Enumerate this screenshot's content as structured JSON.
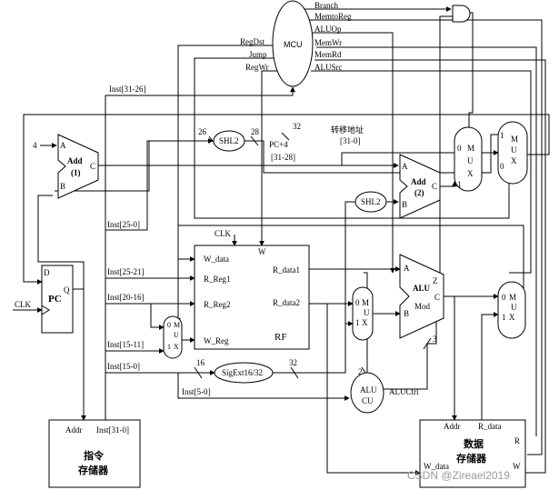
{
  "mcu": {
    "label": "MCU"
  },
  "control_signals": {
    "branch": "Branch",
    "memtoreg": "MemtoReg",
    "aluop": "ALUOp",
    "regdst": "RegDst",
    "jump": "Jump",
    "regwr": "RegWr",
    "memwr": "MemWr",
    "memrd": "MemRd",
    "alusrc": "ALUSrc"
  },
  "buses": {
    "inst_31_26": "Inst[31-26]",
    "inst_25_0": "Inst[25-0]",
    "inst_25_21": "Inst[25-21]",
    "inst_20_16": "Inst[20-16]",
    "inst_15_11": "Inst[15-11]",
    "inst_15_0": "Inst[15-0]",
    "inst_5_0": "Inst[5-0]",
    "inst_31_0": "Inst[31-0]",
    "pc4_label": "PC+4",
    "pc4_range": "[31-28]",
    "jump_addr": "转移地址",
    "jump_range": "[31-0]",
    "w26": "26",
    "w28": "28",
    "w32a": "32",
    "w16": "16",
    "w32b": "32",
    "w3": "3",
    "w2": "2",
    "const4": "4",
    "clk1": "CLK",
    "clk2": "CLK"
  },
  "add1": {
    "a": "A",
    "b": "B",
    "c": "C",
    "name": "Add",
    "num": "(1)"
  },
  "add2": {
    "a": "A",
    "b": "B",
    "c": "C",
    "name": "Add",
    "num": "(2)"
  },
  "shl2a": "SHL2",
  "shl2b": "SHL2",
  "pc": {
    "name": "PC",
    "d": "D",
    "q": "Q"
  },
  "rf": {
    "w_data": "W_data",
    "w": "W",
    "r_reg1": "R_Reg1",
    "r_reg2": "R_Reg2",
    "w_reg": "W_Reg",
    "r_data1": "R_data1",
    "r_data2": "R_data2",
    "name": "RF"
  },
  "alu": {
    "a": "A",
    "b": "B",
    "z": "Z",
    "c": "C",
    "name": "ALU",
    "mod": "Mod"
  },
  "alucu": {
    "l1": "ALU",
    "l2": "CU",
    "ctrl": "ALUCtrl"
  },
  "sigext": "SigExt16/32",
  "mux": {
    "m0": "0",
    "m1": "1",
    "mu": "M U X",
    "mu_lines": [
      "M",
      "U",
      "X"
    ]
  },
  "imem": {
    "addr": "Addr",
    "inst": "Inst[31-0]",
    "name1": "指令",
    "name2": "存储器"
  },
  "dmem": {
    "addr": "Addr",
    "rdata": "R_data",
    "r": "R",
    "wdata": "W_data",
    "w": "W",
    "name1": "数据",
    "name2": "存储器"
  },
  "watermark": "CSDN @Zireael2019"
}
